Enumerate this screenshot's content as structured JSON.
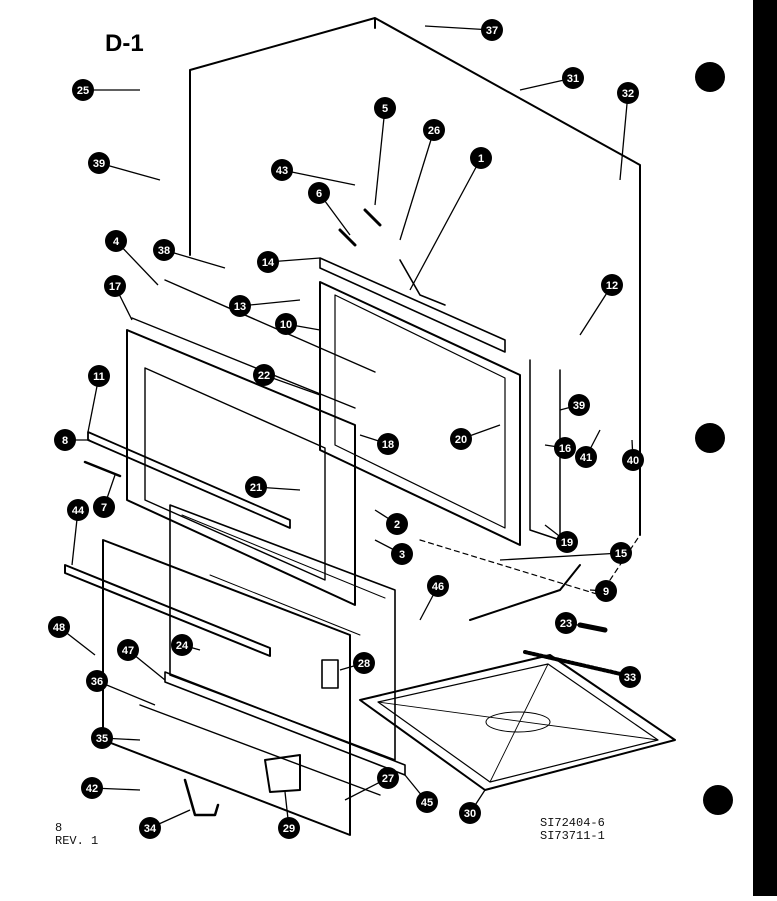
{
  "diagram_title": "D-1",
  "page_number": "8",
  "revision": "REV. 1",
  "drawing_codes": [
    "SI72404-6",
    "SI73711-1"
  ],
  "callouts": [
    "37",
    "31",
    "25",
    "32",
    "5",
    "26",
    "1",
    "39",
    "43",
    "6",
    "4",
    "38",
    "14",
    "12",
    "17",
    "13",
    "10",
    "11",
    "22",
    "20",
    "39",
    "8",
    "18",
    "16",
    "41",
    "40",
    "21",
    "7",
    "2",
    "19",
    "44",
    "3",
    "15",
    "9",
    "46",
    "48",
    "28",
    "47",
    "24",
    "23",
    "33",
    "36",
    "35",
    "42",
    "27",
    "45",
    "30",
    "34",
    "29"
  ],
  "colors": {
    "ink": "#000000",
    "paper": "#ffffff"
  }
}
